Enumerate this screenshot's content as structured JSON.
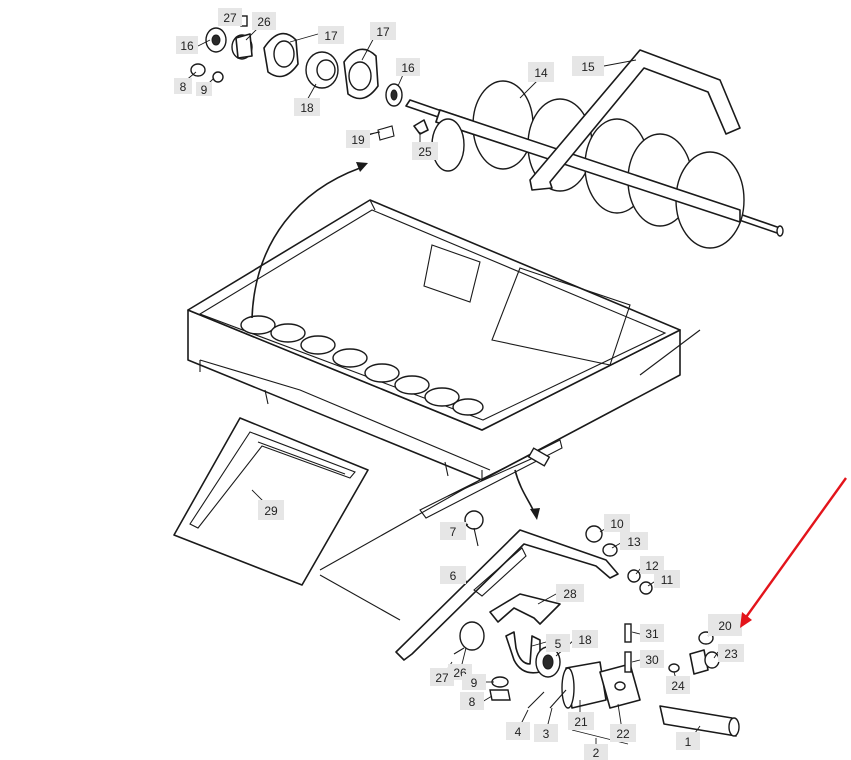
{
  "callouts": [
    {
      "id": "c27a",
      "text": "27"
    },
    {
      "id": "c26a",
      "text": "26"
    },
    {
      "id": "c16a",
      "text": "16"
    },
    {
      "id": "c17a",
      "text": "17"
    },
    {
      "id": "c17b",
      "text": "17"
    },
    {
      "id": "c16b",
      "text": "16"
    },
    {
      "id": "c8a",
      "text": "8"
    },
    {
      "id": "c9a",
      "text": "9"
    },
    {
      "id": "c18a",
      "text": "18"
    },
    {
      "id": "c14",
      "text": "14"
    },
    {
      "id": "c15",
      "text": "15"
    },
    {
      "id": "c19",
      "text": "19"
    },
    {
      "id": "c25",
      "text": "25"
    },
    {
      "id": "c29",
      "text": "29"
    },
    {
      "id": "c7",
      "text": "7"
    },
    {
      "id": "c10",
      "text": "10"
    },
    {
      "id": "c13",
      "text": "13"
    },
    {
      "id": "c12",
      "text": "12"
    },
    {
      "id": "c11",
      "text": "11"
    },
    {
      "id": "c6",
      "text": "6"
    },
    {
      "id": "c28",
      "text": "28"
    },
    {
      "id": "c5",
      "text": "5"
    },
    {
      "id": "c18b",
      "text": "18"
    },
    {
      "id": "c31",
      "text": "31"
    },
    {
      "id": "c20",
      "text": "20"
    },
    {
      "id": "c23",
      "text": "23"
    },
    {
      "id": "c30",
      "text": "30"
    },
    {
      "id": "c24",
      "text": "24"
    },
    {
      "id": "c27b",
      "text": "27"
    },
    {
      "id": "c26b",
      "text": "26"
    },
    {
      "id": "c9b",
      "text": "9"
    },
    {
      "id": "c8b",
      "text": "8"
    },
    {
      "id": "c4",
      "text": "4"
    },
    {
      "id": "c3",
      "text": "3"
    },
    {
      "id": "c21",
      "text": "21"
    },
    {
      "id": "c22",
      "text": "22"
    },
    {
      "id": "c2",
      "text": "2"
    },
    {
      "id": "c1",
      "text": "1"
    }
  ],
  "colors": {
    "line": "#1a1a1a",
    "label_bg": "#e6e6e6",
    "highlight_arrow": "#e3141b"
  }
}
